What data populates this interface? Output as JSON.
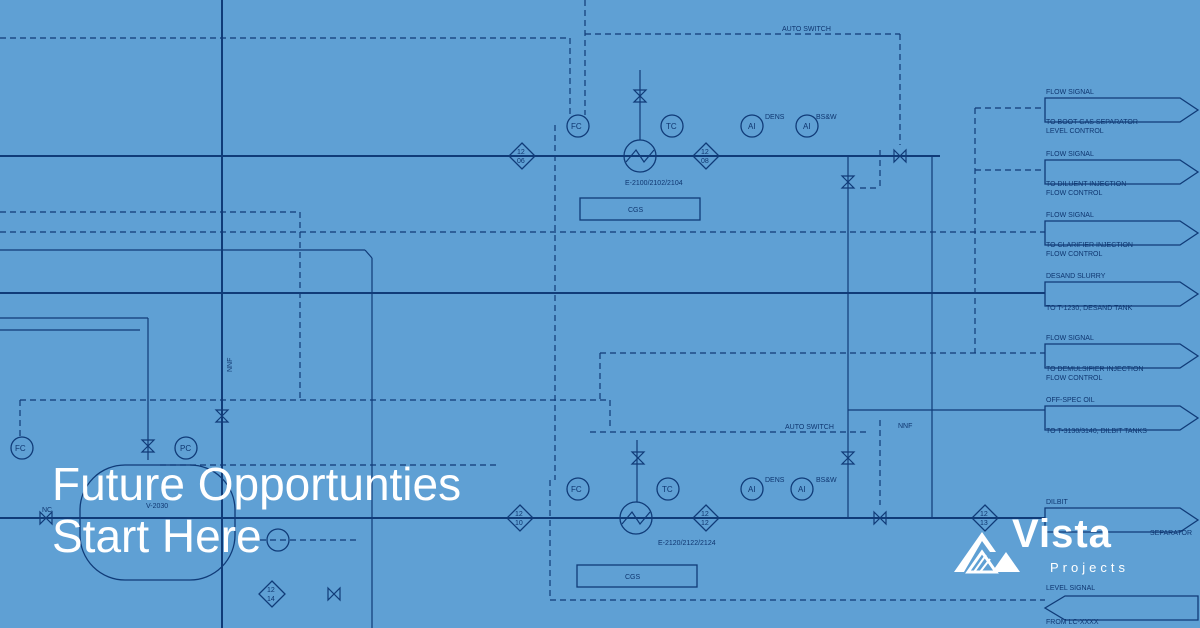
{
  "headline": {
    "line1": "Future Opportunties",
    "line2": "Start Here"
  },
  "logo": {
    "word": "Vista",
    "sub": "Projects",
    "icon": "vista-mountain-logo"
  },
  "diagram": {
    "top_auto_switch": "AUTO SWITCH",
    "mid_auto_switch": "AUTO SWITCH",
    "exchanger_top": "E-2100/2102/2104",
    "exchanger_bottom": "E-2120/2122/2124",
    "cgs_top": "CGS",
    "cgs_bottom": "CGS",
    "fc": "FC",
    "tc": "TC",
    "pc": "PC",
    "ai": "AI",
    "dens": "DENS",
    "bsw": "BS&W",
    "nc": "NC",
    "nnf": "NNF",
    "vessel": "V-2030",
    "dia_1206": [
      "12",
      "06"
    ],
    "dia_1208": [
      "12",
      "08"
    ],
    "dia_1210": [
      "12",
      "10"
    ],
    "dia_1212": [
      "12",
      "12"
    ],
    "dia_1213": [
      "12",
      "13"
    ],
    "dia_1214": [
      "12",
      "14"
    ],
    "flags": [
      {
        "title": "FLOW SIGNAL",
        "l1": "TO BOOT GAS SEPARATOR",
        "l2": "LEVEL CONTROL"
      },
      {
        "title": "FLOW SIGNAL",
        "l1": "TO DILUENT INJECTION",
        "l2": "FLOW CONTROL"
      },
      {
        "title": "FLOW SIGNAL",
        "l1": "TO CLARIFIER INJECTION",
        "l2": "FLOW CONTROL"
      },
      {
        "title": "DESAND SLURRY",
        "l1": "TO T-1230, DESAND TANK",
        "l2": ""
      },
      {
        "title": "FLOW SIGNAL",
        "l1": "TO DEMULSIFIER INJECTION",
        "l2": "FLOW CONTROL"
      },
      {
        "title": "OFF-SPEC OIL",
        "l1": "TO T-3130/3140, DILBIT TANKS",
        "l2": ""
      },
      {
        "title": "DILBIT",
        "l1": "",
        "l2": "SEPARATOR"
      },
      {
        "title": "LEVEL SIGNAL",
        "l1": "FROM LC-XXXX",
        "l2": ""
      }
    ]
  }
}
